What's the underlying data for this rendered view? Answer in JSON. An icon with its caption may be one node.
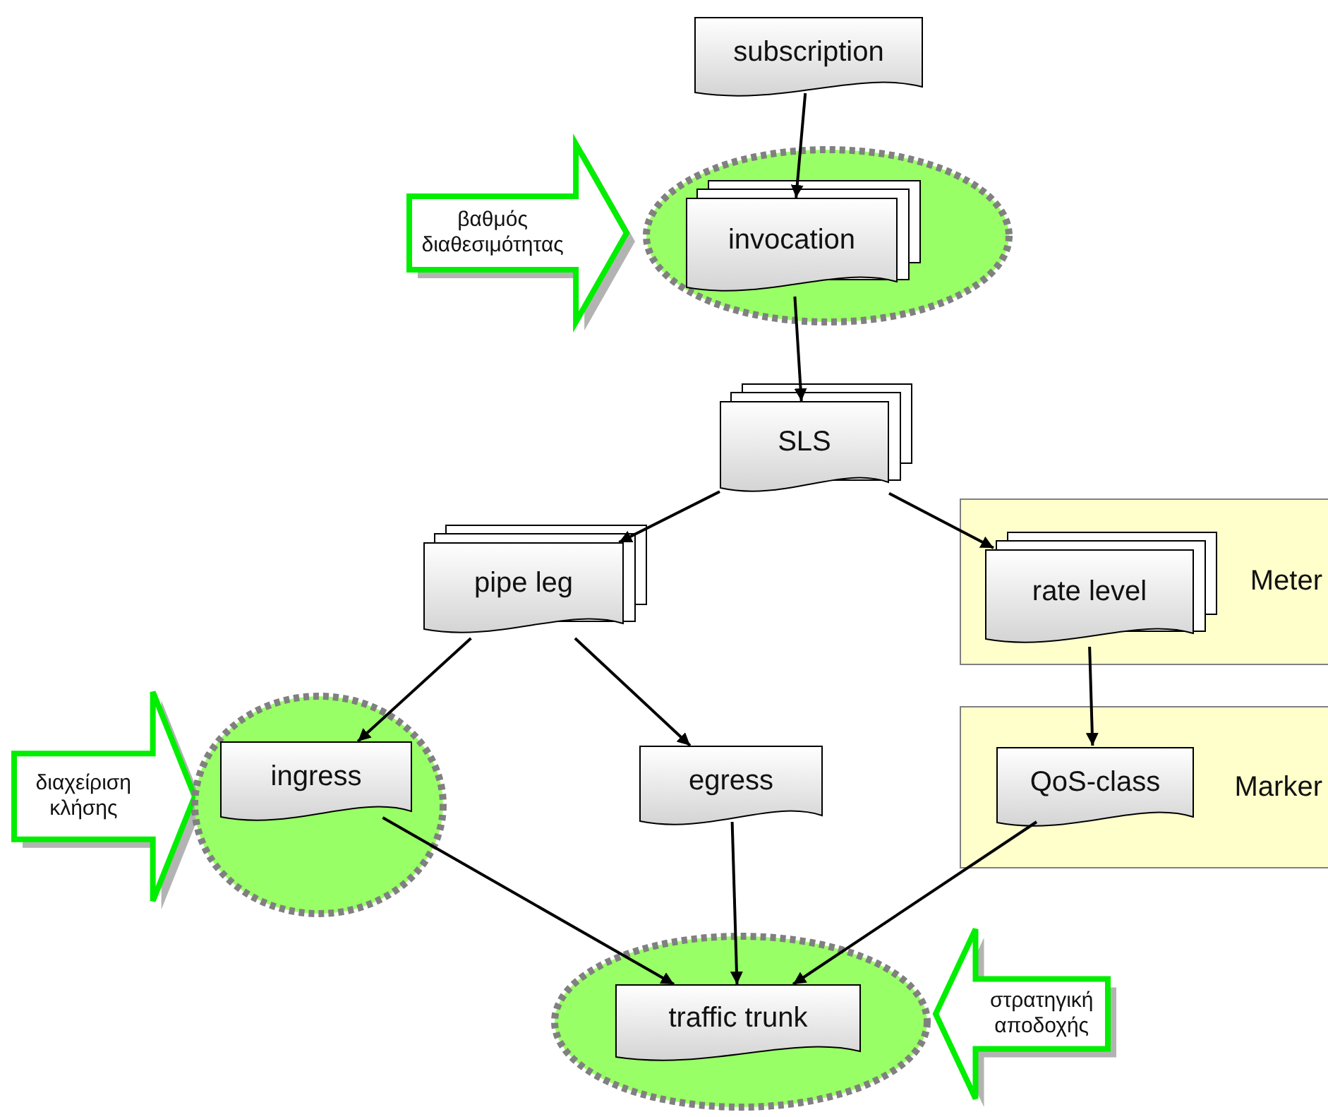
{
  "diagram": {
    "nodes": [
      {
        "text": [
          "subscription"
        ]
      },
      {
        "text": [
          "βαθμός διαθεσιμότητας"
        ]
      },
      {
        "text": [],
        "shape": "ellipse"
      },
      {
        "text": [
          "invocation"
        ],
        "in": 2
      },
      {
        "text": [
          "SLS"
        ]
      },
      {
        "text": [
          "pipe leg"
        ]
      },
      {
        "text": [
          "Meter"
        ]
      },
      {
        "text": [
          "rate level"
        ],
        "in": 6
      },
      {
        "text": [
          "διαχείριση κλήσης"
        ]
      },
      {
        "text": [],
        "shape": "ellipse"
      },
      {
        "text": [
          "ingress"
        ],
        "in": 9
      },
      {
        "text": [
          "egress"
        ]
      },
      {
        "text": [
          "Marker"
        ]
      },
      {
        "text": [
          "QoS-class"
        ],
        "in": 12
      },
      {
        "text": [],
        "shape": "ellipse"
      },
      {
        "text": [
          "traffic trunk"
        ],
        "in": 14
      },
      {
        "text": [
          "στρατηγική αποδοχής"
        ]
      }
    ],
    "edges": [
      {
        "from": 0,
        "to": 3,
        "arrow": "to"
      },
      {
        "from": 3,
        "to": 4,
        "arrow": "to"
      },
      {
        "from": 4,
        "to": 5,
        "arrow": "to"
      },
      {
        "from": 4,
        "to": 7,
        "arrow": "to"
      },
      {
        "from": 5,
        "to": 10,
        "arrow": "to"
      },
      {
        "from": 5,
        "to": 11,
        "arrow": "to"
      },
      {
        "from": 7,
        "to": 13,
        "arrow": "to"
      },
      {
        "from": 10,
        "to": 15,
        "arrow": "to"
      },
      {
        "from": 11,
        "to": 15,
        "arrow": "to"
      },
      {
        "from": 13,
        "to": 15,
        "arrow": "to"
      }
    ]
  }
}
